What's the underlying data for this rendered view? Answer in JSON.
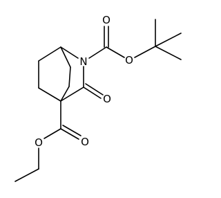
{
  "molecule": {
    "atoms": {
      "n1": "N",
      "o_carbonyl_ring": "O",
      "o_boc_carbonyl": "O",
      "o_boc_ether": "O",
      "o_ester_carbonyl": "O",
      "o_ester_ether": "O"
    }
  },
  "colors": {
    "bond": "#000000",
    "background": "#ffffff"
  }
}
